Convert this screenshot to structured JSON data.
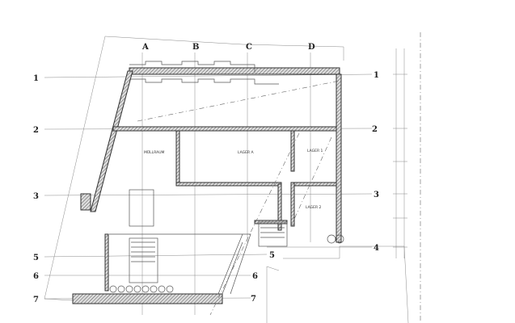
{
  "columns": [
    "A",
    "B",
    "C",
    "D"
  ],
  "rows_left": [
    "1",
    "2",
    "3",
    "5",
    "6",
    "7"
  ],
  "rows_right": [
    "1",
    "2",
    "3",
    "4",
    "5",
    "6",
    "7"
  ],
  "rooms": {
    "muellraum": "MÜLLRAUM",
    "lager_a": "LAGER A",
    "lager_1": "LAGER 1",
    "lager_2": "LAGER 2"
  },
  "colors": {
    "ink": "#333333",
    "paper": "#ffffff"
  }
}
